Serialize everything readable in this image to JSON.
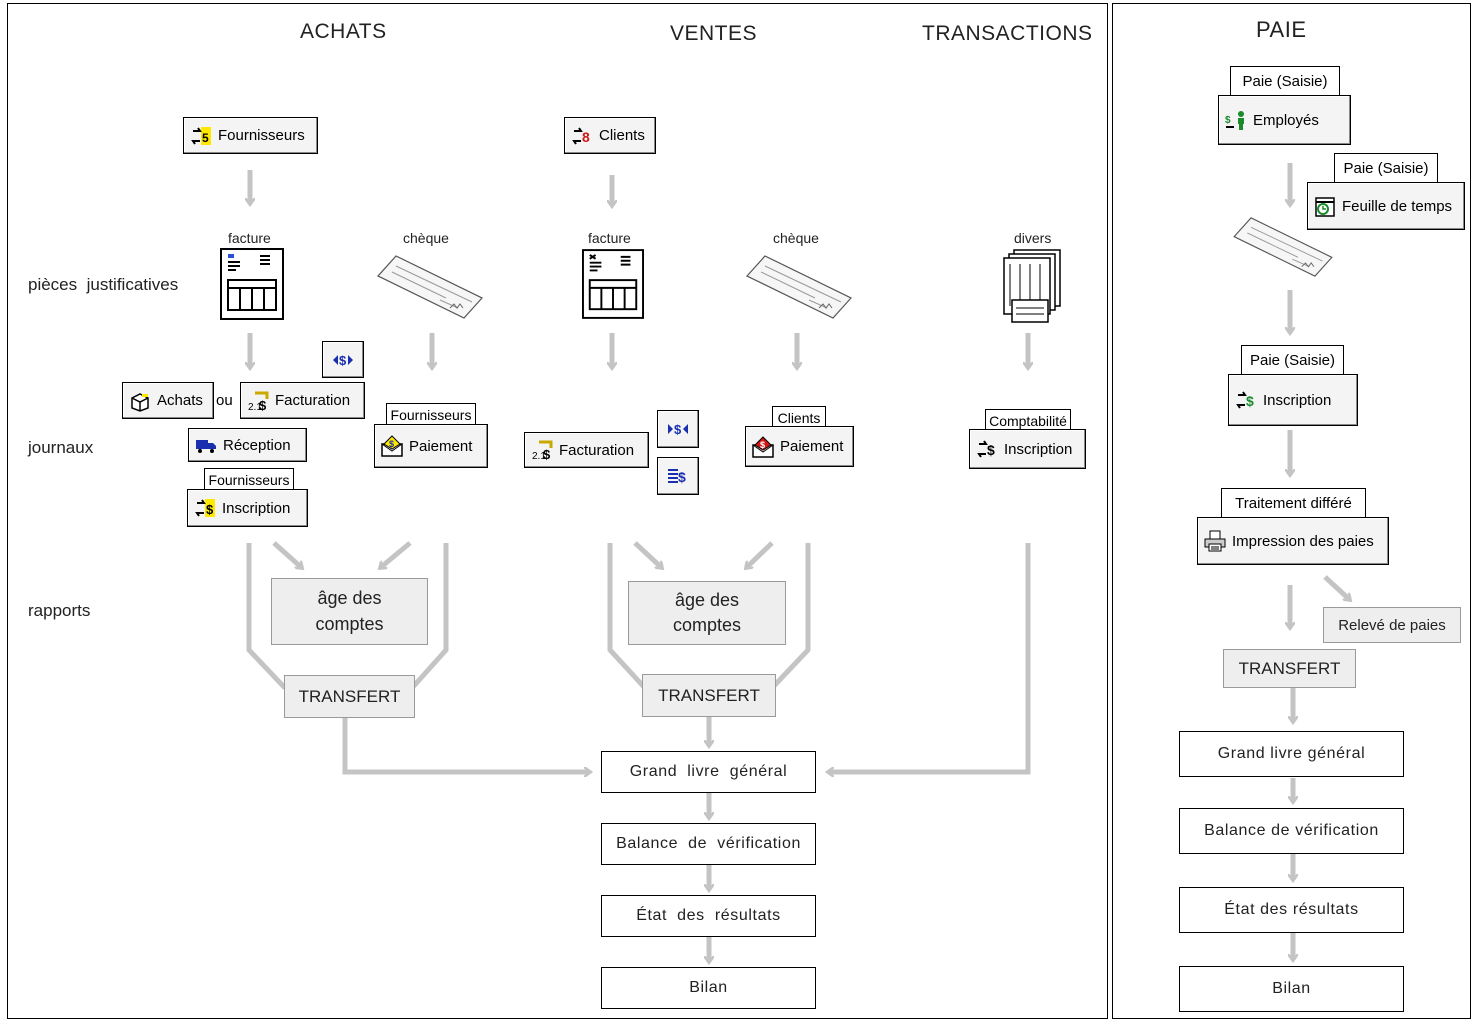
{
  "sections": {
    "achats": "ACHATS",
    "ventes": "VENTES",
    "transactions": "TRANSACTIONS",
    "paie": "PAIE"
  },
  "rows": {
    "pieces": "pièces  justificatives",
    "journaux": "journaux",
    "rapports": "rapports"
  },
  "achats": {
    "fournisseurs_btn": "Fournisseurs",
    "facture_label": "facture",
    "cheque_label": "chèque",
    "achats_btn": "Achats",
    "ou": "ou",
    "facturation_btn": "Facturation",
    "reception_btn": "Réception",
    "tab_fournisseurs_paiement": "Fournisseurs",
    "paiement_btn": "Paiement",
    "tab_fournisseurs_inscription": "Fournisseurs",
    "inscription_btn": "Inscription",
    "age_des_comptes": "âge des comptes",
    "transfert": "TRANSFERT"
  },
  "ventes": {
    "clients_btn": "Clients",
    "facture_label": "facture",
    "cheque_label": "chèque",
    "facturation_btn": "Facturation",
    "tab_clients": "Clients",
    "paiement_btn": "Paiement",
    "age_des_comptes": "âge des comptes",
    "transfert": "TRANSFERT"
  },
  "transactions": {
    "divers_label": "divers",
    "tab_comptabilite": "Comptabilité",
    "inscription_btn": "Inscription"
  },
  "central": {
    "grand_livre": "Grand  livre  général",
    "balance": "Balance  de  vérification",
    "etat": "État  des  résultats",
    "bilan": "Bilan"
  },
  "paie": {
    "tab_employes": "Paie (Saisie)",
    "employes_btn": "Employés",
    "tab_feuille": "Paie (Saisie)",
    "feuille_btn": "Feuille de temps",
    "tab_inscription": "Paie (Saisie)",
    "inscription_btn": "Inscription",
    "tab_traitement": "Traitement différé",
    "impression_btn": "Impression des paies",
    "releve": "Relevé de paies",
    "transfert": "TRANSFERT",
    "grand_livre": "Grand livre général",
    "balance": "Balance de vérification",
    "etat": "État des résultats",
    "bilan": "Bilan"
  },
  "colors": {
    "arrow": "#c4c4c4",
    "box_fill": "#eeeeee",
    "icon_blue": "#1a2fb0",
    "icon_red": "#d01818",
    "icon_yellow": "#ffe800",
    "icon_green": "#1a8a2a"
  },
  "icons": [
    "exchange-icon",
    "document-icon",
    "cheque-icon",
    "currency-transfer-icon",
    "truck-icon",
    "envelope-dollar-icon",
    "printer-icon",
    "stack-documents-icon",
    "employee-icon",
    "timesheet-icon"
  ]
}
